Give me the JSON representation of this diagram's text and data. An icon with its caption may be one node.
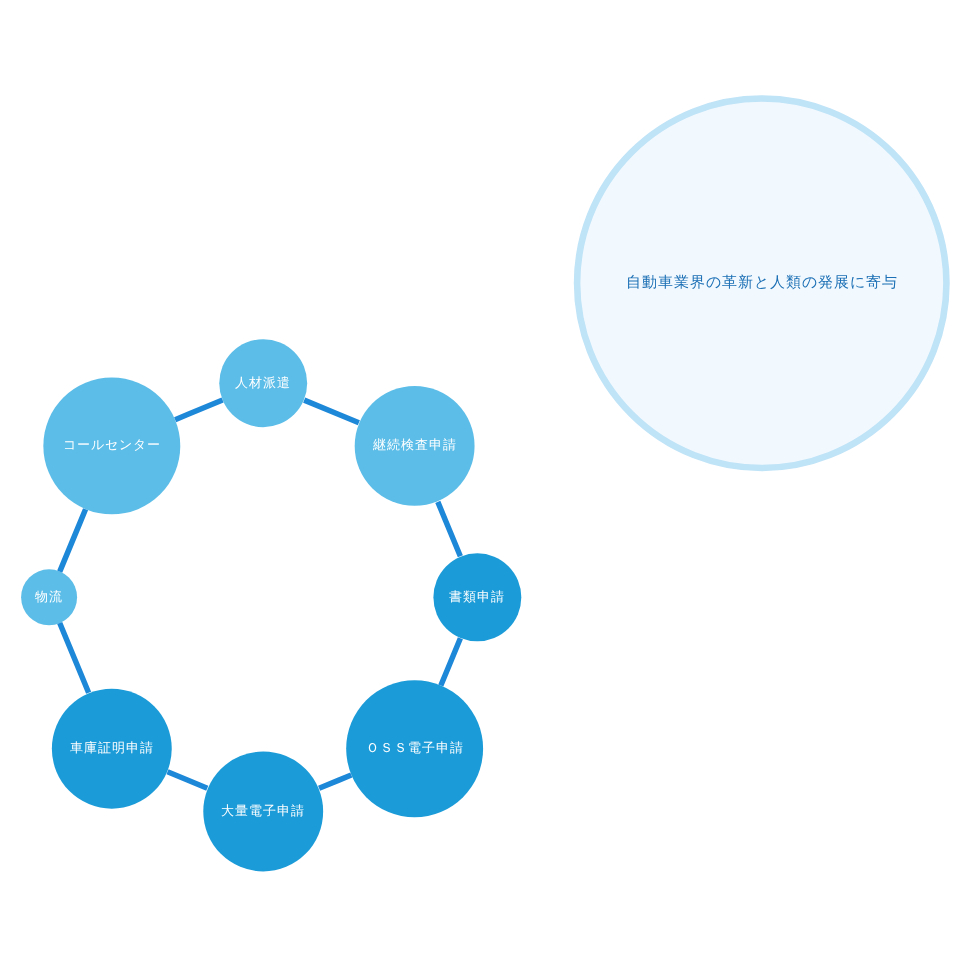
{
  "diagram": {
    "nodes": [
      {
        "text": [
          "ＯＳＳ電子申請"
        ]
      },
      {
        "text": [
          "大量電子申請"
        ]
      },
      {
        "text": [
          "書類申請"
        ]
      },
      {
        "text": [
          "自動車業界の革新と人類の発展に寄与"
        ]
      },
      {
        "text": [
          "車庫証明申請"
        ]
      },
      {
        "text": [
          "継続検査申請"
        ]
      },
      {
        "text": [
          "物流"
        ]
      },
      {
        "text": [
          "人材派遣"
        ]
      },
      {
        "text": [
          "コールセンター"
        ]
      }
    ],
    "edges": [
      {
        "from": 0,
        "to": 1,
        "arrow": "none"
      },
      {
        "from": 1,
        "to": 4,
        "arrow": "none"
      },
      {
        "from": 4,
        "to": 6,
        "arrow": "none"
      },
      {
        "from": 6,
        "to": 8,
        "arrow": "none"
      },
      {
        "from": 8,
        "to": 7,
        "arrow": "none"
      },
      {
        "from": 7,
        "to": 5,
        "arrow": "none"
      },
      {
        "from": 5,
        "to": 2,
        "arrow": "none"
      },
      {
        "from": 2,
        "to": 0,
        "arrow": "none"
      }
    ]
  }
}
